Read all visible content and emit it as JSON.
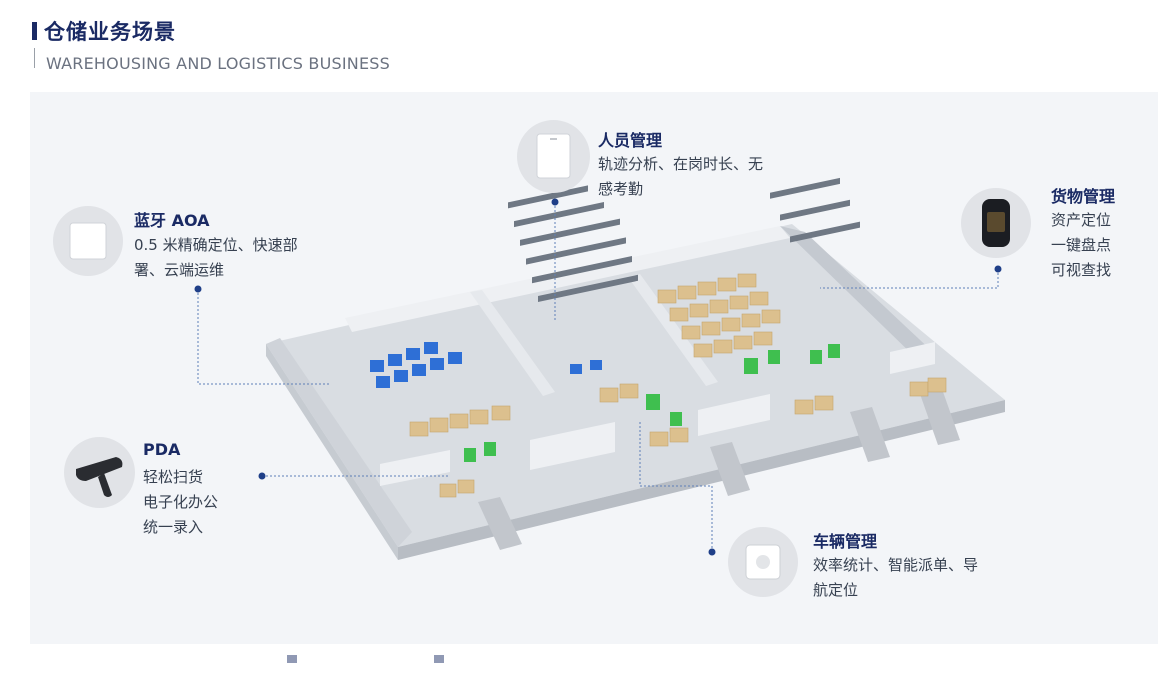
{
  "header": {
    "title": "仓储业务场景",
    "subtitle": "WAREHOUSING AND LOGISTICS BUSINESS"
  },
  "colors": {
    "navy": "#1a2a64",
    "accent": "#2f5ea8",
    "panel_bg": "#f3f5f8",
    "shelf_blue": "#2e6fd6",
    "forklift_green": "#3fbf4f",
    "box_tan": "#dcc08e"
  },
  "callouts": [
    {
      "id": "bluetooth",
      "title": "蓝牙 AOA",
      "desc": [
        "0.5 米精确定位、快速部",
        "署、云端运维"
      ],
      "icon": "tag-device-icon"
    },
    {
      "id": "personnel",
      "title": "人员管理",
      "desc": [
        "轨迹分析、在岗时长、无",
        "感考勤"
      ],
      "icon": "badge-card-icon"
    },
    {
      "id": "cargo",
      "title": "货物管理",
      "desc": [
        "资产定位",
        "一键盘点",
        "可视查找"
      ],
      "icon": "asset-tag-icon"
    },
    {
      "id": "pda",
      "title": "PDA",
      "desc": [
        "轻松扫货",
        "电子化办公",
        "统一录入"
      ],
      "icon": "pda-scanner-icon"
    },
    {
      "id": "vehicle",
      "title": "车辆管理",
      "desc": [
        "效率统计、智能派单、导",
        "航定位"
      ],
      "icon": "vehicle-tag-icon"
    }
  ]
}
